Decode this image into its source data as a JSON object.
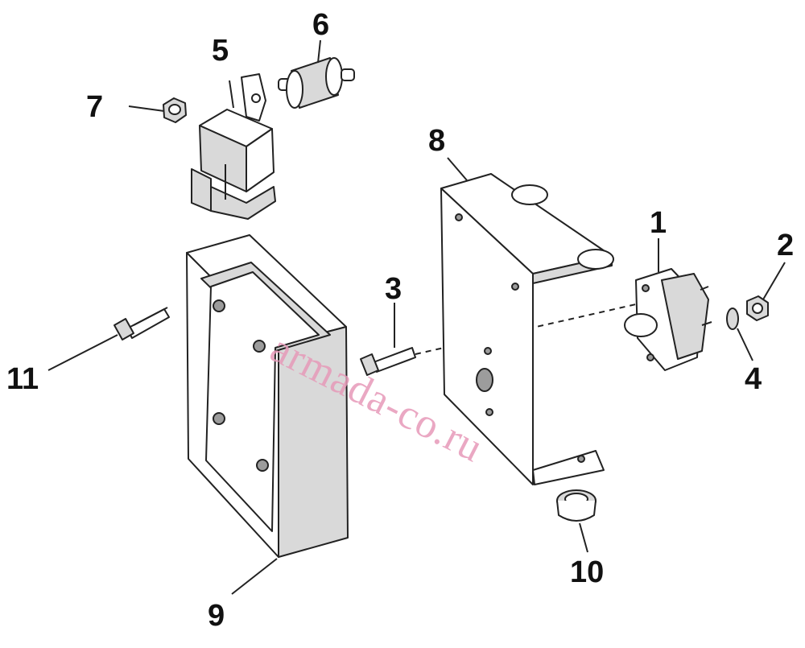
{
  "diagram": {
    "watermark": "armada-co.ru",
    "callouts": [
      {
        "id": "1",
        "label": "1"
      },
      {
        "id": "2",
        "label": "2"
      },
      {
        "id": "3",
        "label": "3"
      },
      {
        "id": "4",
        "label": "4"
      },
      {
        "id": "5",
        "label": "5"
      },
      {
        "id": "6",
        "label": "6"
      },
      {
        "id": "7",
        "label": "7"
      },
      {
        "id": "8",
        "label": "8"
      },
      {
        "id": "9",
        "label": "9"
      },
      {
        "id": "10",
        "label": "10"
      },
      {
        "id": "11",
        "label": "11"
      }
    ]
  }
}
